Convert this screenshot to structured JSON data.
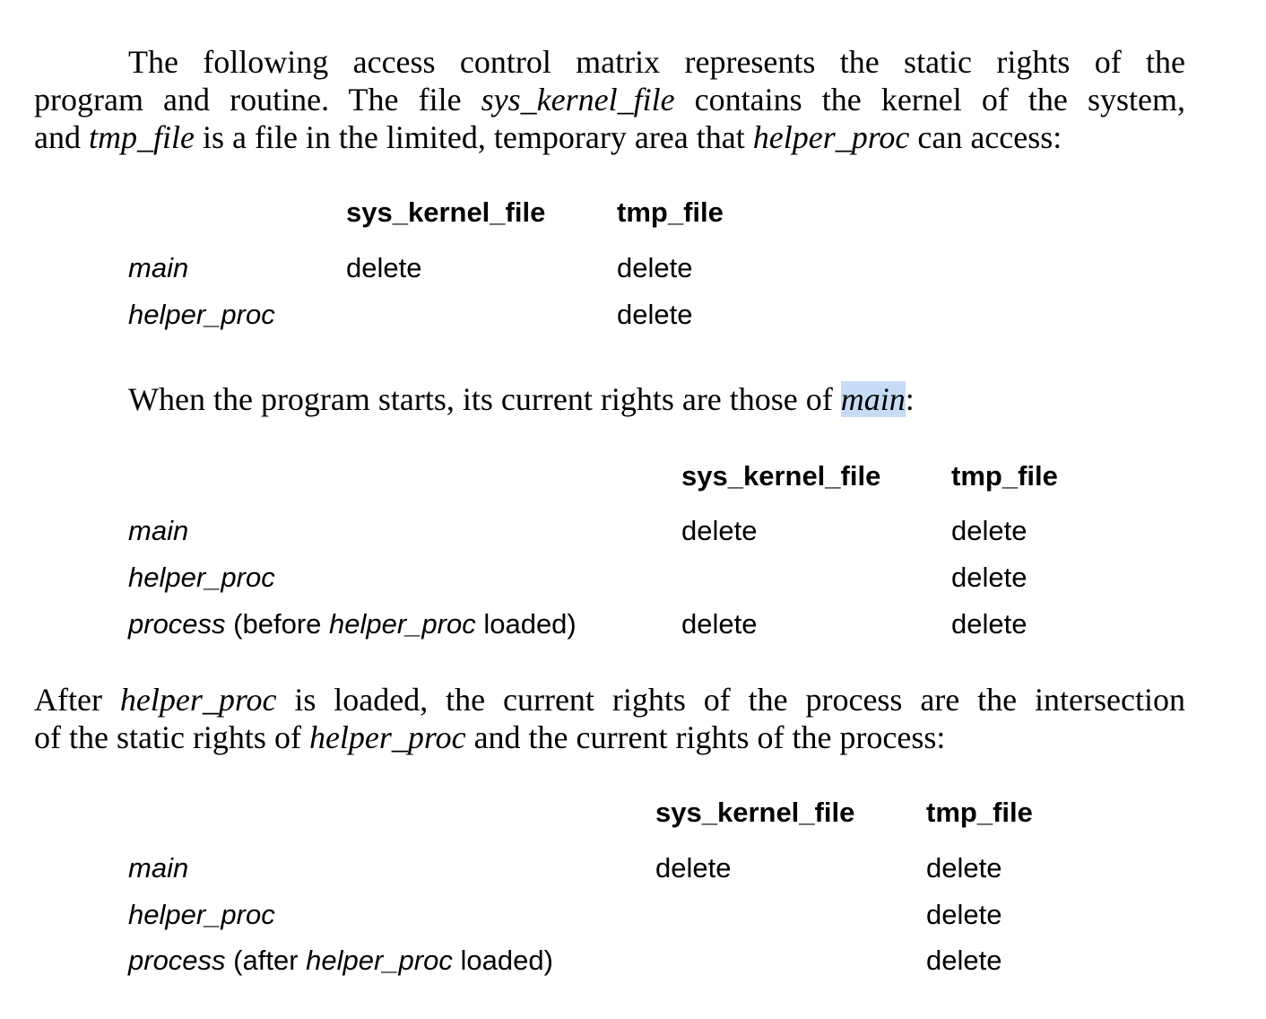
{
  "intro": {
    "line1": {
      "text": "The following access control matrix represents the static rights of the"
    },
    "line2": {
      "a": "program and routine. The file ",
      "i1": "sys_kernel_file",
      "b": " contains the kernel of the system,"
    },
    "line3": {
      "a": "and ",
      "i1": "tmp_file",
      "b": " is a file in the limited, temporary area that ",
      "i2": "helper_proc",
      "c": " can access:"
    }
  },
  "table1": {
    "headers": [
      "sys_kernel_file",
      "tmp_file"
    ],
    "rows": [
      {
        "label": "main",
        "cells": [
          "delete",
          "delete"
        ]
      },
      {
        "label": "helper_proc",
        "cells": [
          "",
          "delete"
        ]
      }
    ]
  },
  "mid": {
    "a": "When the program starts, its current rights are those of ",
    "i1": "main",
    "b": ":"
  },
  "table2": {
    "headers": [
      "sys_kernel_file",
      "tmp_file"
    ],
    "rows": [
      {
        "label": "main",
        "cells": [
          "delete",
          "delete"
        ]
      },
      {
        "label": "helper_proc",
        "cells": [
          "",
          "delete"
        ]
      },
      {
        "label_i1": "process",
        "label_a": " (before ",
        "label_i2": "helper_proc",
        "label_b": " loaded)",
        "cells": [
          "delete",
          "delete"
        ]
      }
    ]
  },
  "after": {
    "line1": {
      "a": "After ",
      "i1": "helper_proc",
      "b": " is loaded, the current rights of the process are the intersection"
    },
    "line2": {
      "a": "of the static rights of ",
      "i1": "helper_proc",
      "b": " and the current rights of the process:"
    }
  },
  "table3": {
    "headers": [
      "sys_kernel_file",
      "tmp_file"
    ],
    "rows": [
      {
        "label": "main",
        "cells": [
          "delete",
          "delete"
        ]
      },
      {
        "label": "helper_proc",
        "cells": [
          "",
          "delete"
        ]
      },
      {
        "label_i1": "process",
        "label_a": " (after ",
        "label_i2": "helper_proc",
        "label_b": " loaded)",
        "cells": [
          "",
          "delete"
        ]
      }
    ]
  },
  "colors": {
    "selection_highlight": "#c6dcf5",
    "text": "#000000"
  }
}
